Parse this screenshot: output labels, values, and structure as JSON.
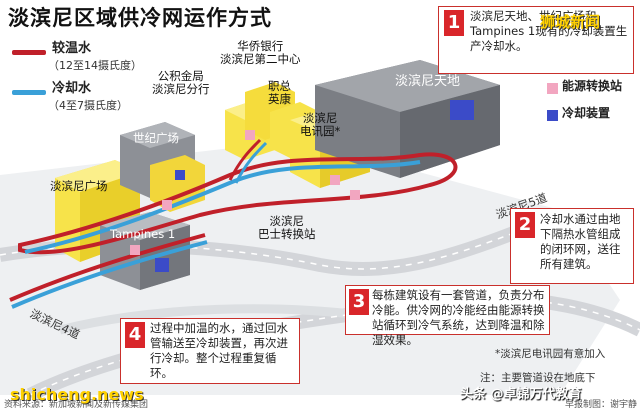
{
  "title": "淡滨尼区域供冷网运作方式",
  "legend": {
    "warm_water": {
      "label": "较温水",
      "range": "（12至14摄氏度）",
      "color": "#c0202a"
    },
    "cold_water": {
      "label": "冷却水",
      "range": "（4至7摄氏度）",
      "color": "#3aa0d8"
    }
  },
  "buildings": {
    "century_square": "世纪广场",
    "tampines_plaza": "淡滨尼广场",
    "tampines_1": "Tampines 1",
    "cpf": "公积金局\n淡滨尼分行",
    "ocbc": "华侨银行\n淡滨尼第二中心",
    "ntuc": "职总\n英康",
    "tampines_mall": "淡滨尼\n电讯园*",
    "tampines_hub": "淡滨尼天地",
    "bus_interchange": "淡滨尼\n巴士转换站"
  },
  "roads": {
    "ave5": "淡滨尼5道",
    "ave4": "淡滨尼4道"
  },
  "map_legend": {
    "energy_station": {
      "label": "能源转换站",
      "color": "#f2a6c0"
    },
    "cooling_unit": {
      "label": "冷却装置",
      "color": "#3b4bc8"
    }
  },
  "steps": [
    {
      "num": "1",
      "text": "淡滨尼天地、世纪广场和 Tampines 1现有的冷却装置生产冷却水。"
    },
    {
      "num": "2",
      "text": "冷却水通过由地下隔热水管组成的闭环网，送往所有建筑。"
    },
    {
      "num": "3",
      "text": "每栋建筑设有一套管道，负责分布冷能。供冷网的冷能经由能源转换站循环到冷气系统，达到降温和除湿效果。"
    },
    {
      "num": "4",
      "text": "过程中加温的水，通过回水管输送至冷却装置，再次进行冷却。整个过程重复循环。"
    }
  ],
  "footnote": "*淡滨尼电讯园有意加入",
  "note": "注：主要管道设在地底下",
  "watermarks": {
    "top_right": "狮城新闻",
    "bottom_left": "shicheng.news",
    "bottom_right": "头条 @卓锦万代教育"
  },
  "credit_left": "资料来源：新加坡新闻及新传媒集团",
  "credit_right": "早报制图：谢宇静"
}
